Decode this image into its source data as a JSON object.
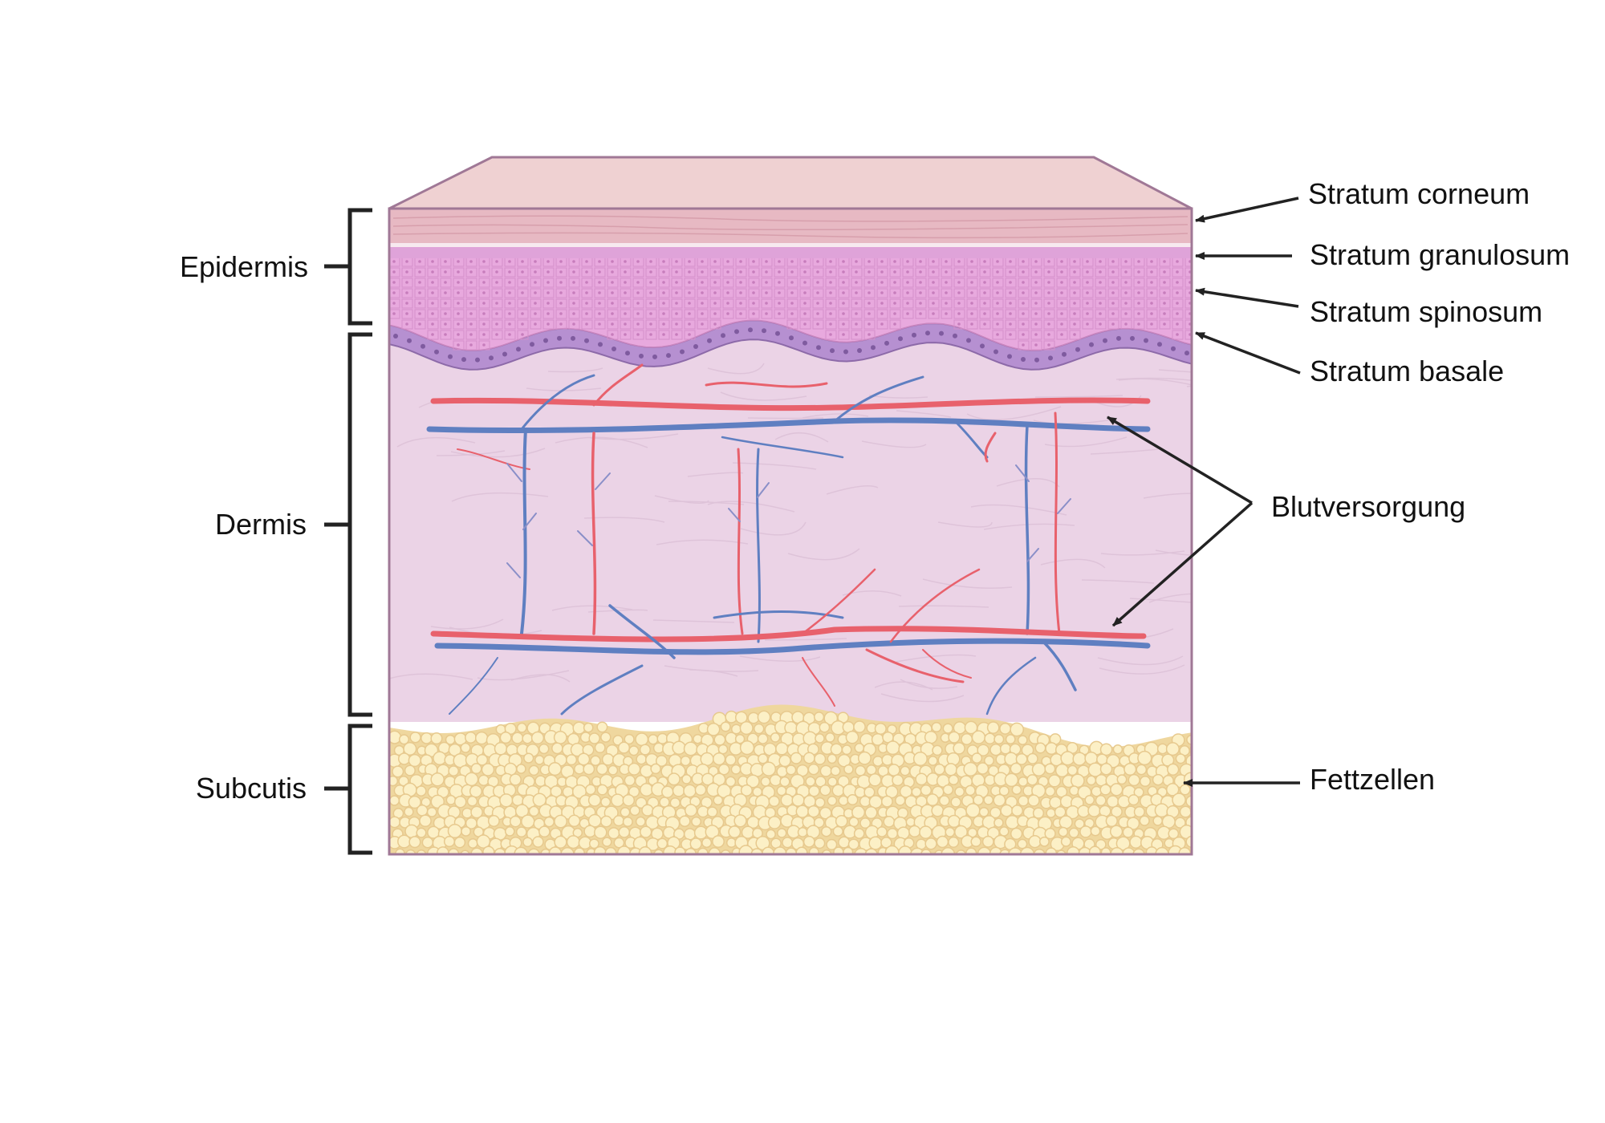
{
  "layer_labels": {
    "epidermis": "Epidermis",
    "dermis": "Dermis",
    "subcutis": "Subcutis"
  },
  "callouts": {
    "stratum_corneum": "Stratum corneum",
    "stratum_granulosum": "Stratum granulosum",
    "stratum_spinosum": "Stratum spinosum",
    "stratum_basale": "Stratum basale",
    "blood_supply": "Blutversorgung",
    "fat_cells": "Fettzellen"
  },
  "colors": {
    "top_face": "#efd1d2",
    "outline": "#a07896",
    "corneum": "#e7b9c3",
    "granulosum": "#dfa3d9",
    "spinosum": "#e8a9de",
    "basale": "#b690d1",
    "dermis": "#ebd3e6",
    "artery": "#e8616c",
    "vein": "#5f7fc1",
    "fat_fill": "#fcf0c6",
    "fat_stroke": "#e7c98e",
    "fat_bg": "#efd79e",
    "ink": "#222222"
  }
}
